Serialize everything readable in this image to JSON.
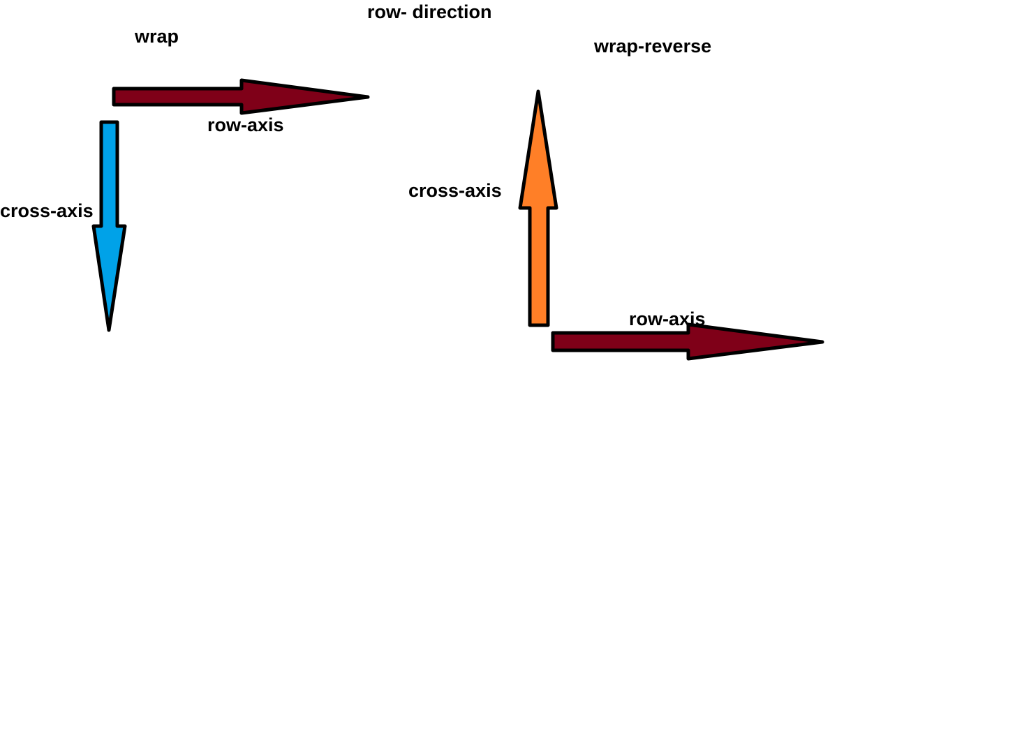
{
  "title": "row- direction",
  "panels": {
    "wrap": {
      "label": "wrap",
      "row_axis_label": "row-axis",
      "cross_axis_label": "cross-axis",
      "cross_axis_direction": "down"
    },
    "wrap_reverse": {
      "label": "wrap-reverse",
      "row_axis_label": "row-axis",
      "cross_axis_label": "cross-axis",
      "cross_axis_direction": "up"
    }
  },
  "colors": {
    "row_axis_arrow": "#7f0018",
    "cross_axis_wrap_arrow": "#00a2e8",
    "cross_axis_wrap_reverse_arrow": "#ff7f27",
    "outline": "#000000",
    "background": "#ffffff"
  }
}
